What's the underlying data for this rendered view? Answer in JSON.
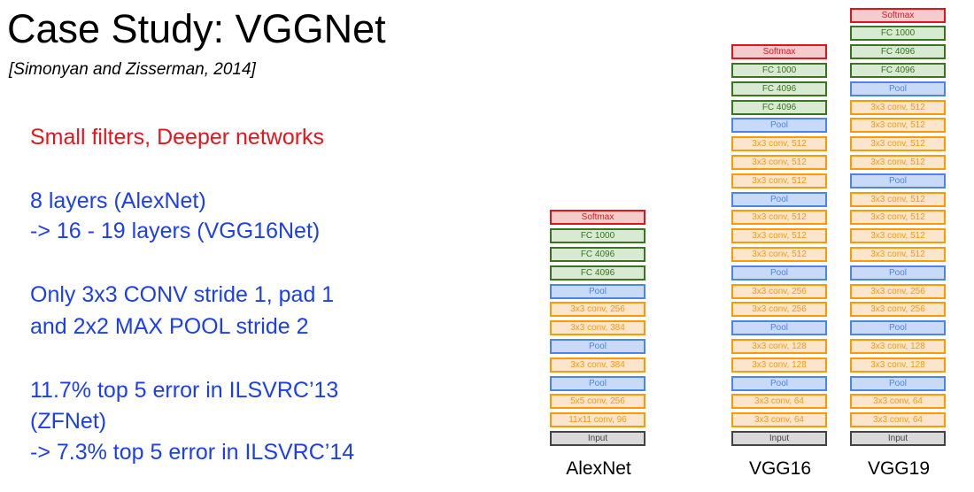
{
  "slide": {
    "title": "Case Study: VGGNet",
    "citation": "[Simonyan and Zisserman, 2014]",
    "lines": [
      {
        "text": "Small filters, Deeper networks",
        "color": "red"
      },
      {
        "text": "8 layers (AlexNet)",
        "color": "blue"
      },
      {
        "text": "-> 16 - 19 layers (VGG16Net)",
        "color": "blue"
      },
      {
        "text": "Only 3x3 CONV stride 1, pad 1",
        "color": "blue"
      },
      {
        "text": "and  2x2 MAX POOL stride 2",
        "color": "blue"
      },
      {
        "text": "11.7% top 5 error in ILSVRC’13",
        "color": "blue"
      },
      {
        "text": "(ZFNet)",
        "color": "blue"
      },
      {
        "text": "-> 7.3% top 5 error in ILSVRC’14",
        "color": "blue"
      }
    ]
  },
  "colors": {
    "red_text": "#e8141b",
    "blue_text": "#1b3ff0",
    "softmax_border": "#e0151b",
    "fc_border": "#38761d",
    "pool_border": "#4a86e8",
    "conv_border": "#ff9900",
    "input_border": "#434343"
  },
  "networks": [
    {
      "name": "AlexNet",
      "layers": [
        {
          "label": "Softmax",
          "kind": "softmax"
        },
        {
          "label": "FC 1000",
          "kind": "fc"
        },
        {
          "label": "FC 4096",
          "kind": "fc"
        },
        {
          "label": "FC 4096",
          "kind": "fc"
        },
        {
          "label": "Pool",
          "kind": "pool"
        },
        {
          "label": "3x3 conv, 256",
          "kind": "conv"
        },
        {
          "label": "3x3 conv, 384",
          "kind": "conv"
        },
        {
          "label": "Pool",
          "kind": "pool"
        },
        {
          "label": "3x3 conv, 384",
          "kind": "conv"
        },
        {
          "label": "Pool",
          "kind": "pool"
        },
        {
          "label": "5x5 conv, 256",
          "kind": "conv"
        },
        {
          "label": "11x11 conv, 96",
          "kind": "conv"
        },
        {
          "label": "Input",
          "kind": "input"
        }
      ]
    },
    {
      "name": "VGG16",
      "layers": [
        {
          "label": "Softmax",
          "kind": "softmax"
        },
        {
          "label": "FC 1000",
          "kind": "fc"
        },
        {
          "label": "FC 4096",
          "kind": "fc"
        },
        {
          "label": "FC 4096",
          "kind": "fc"
        },
        {
          "label": "Pool",
          "kind": "pool"
        },
        {
          "label": "3x3 conv, 512",
          "kind": "conv"
        },
        {
          "label": "3x3 conv, 512",
          "kind": "conv"
        },
        {
          "label": "3x3 conv, 512",
          "kind": "conv"
        },
        {
          "label": "Pool",
          "kind": "pool"
        },
        {
          "label": "3x3 conv, 512",
          "kind": "conv"
        },
        {
          "label": "3x3 conv, 512",
          "kind": "conv"
        },
        {
          "label": "3x3 conv, 512",
          "kind": "conv"
        },
        {
          "label": "Pool",
          "kind": "pool"
        },
        {
          "label": "3x3 conv, 256",
          "kind": "conv"
        },
        {
          "label": "3x3 conv, 256",
          "kind": "conv"
        },
        {
          "label": "Pool",
          "kind": "pool"
        },
        {
          "label": "3x3 conv, 128",
          "kind": "conv"
        },
        {
          "label": "3x3 conv, 128",
          "kind": "conv"
        },
        {
          "label": "Pool",
          "kind": "pool"
        },
        {
          "label": "3x3 conv, 64",
          "kind": "conv"
        },
        {
          "label": "3x3 conv, 64",
          "kind": "conv"
        },
        {
          "label": "Input",
          "kind": "input"
        }
      ]
    },
    {
      "name": "VGG19",
      "layers": [
        {
          "label": "Softmax",
          "kind": "softmax"
        },
        {
          "label": "FC 1000",
          "kind": "fc"
        },
        {
          "label": "FC 4096",
          "kind": "fc"
        },
        {
          "label": "FC 4096",
          "kind": "fc"
        },
        {
          "label": "Pool",
          "kind": "pool"
        },
        {
          "label": "3x3 conv, 512",
          "kind": "conv"
        },
        {
          "label": "3x3 conv, 512",
          "kind": "conv"
        },
        {
          "label": "3x3 conv, 512",
          "kind": "conv"
        },
        {
          "label": "3x3 conv, 512",
          "kind": "conv"
        },
        {
          "label": "Pool",
          "kind": "pool"
        },
        {
          "label": "3x3 conv, 512",
          "kind": "conv"
        },
        {
          "label": "3x3 conv, 512",
          "kind": "conv"
        },
        {
          "label": "3x3 conv, 512",
          "kind": "conv"
        },
        {
          "label": "3x3 conv, 512",
          "kind": "conv"
        },
        {
          "label": "Pool",
          "kind": "pool"
        },
        {
          "label": "3x3 conv, 256",
          "kind": "conv"
        },
        {
          "label": "3x3 conv, 256",
          "kind": "conv"
        },
        {
          "label": "Pool",
          "kind": "pool"
        },
        {
          "label": "3x3 conv, 128",
          "kind": "conv"
        },
        {
          "label": "3x3 conv, 128",
          "kind": "conv"
        },
        {
          "label": "Pool",
          "kind": "pool"
        },
        {
          "label": "3x3 conv, 64",
          "kind": "conv"
        },
        {
          "label": "3x3 conv, 64",
          "kind": "conv"
        },
        {
          "label": "Input",
          "kind": "input"
        }
      ]
    }
  ]
}
